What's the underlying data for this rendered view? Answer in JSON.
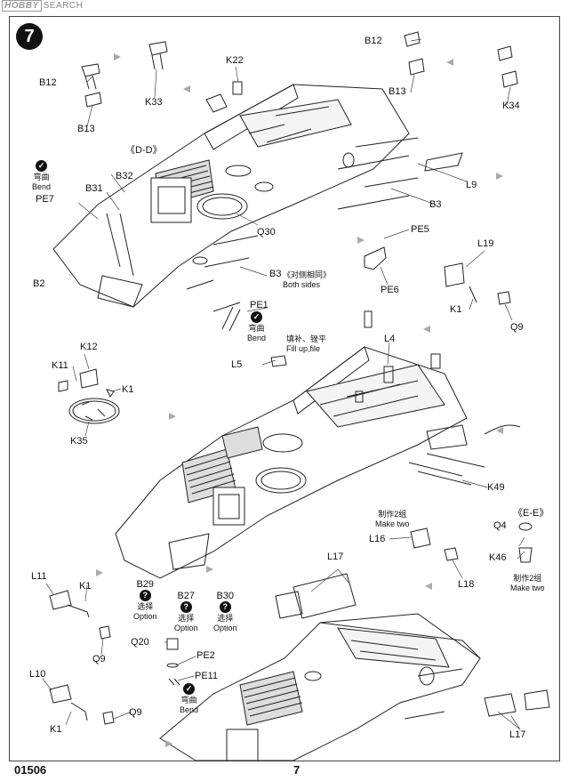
{
  "watermark": {
    "logo": "HOBBY",
    "text": "SEARCH"
  },
  "step_number": "7",
  "footer": {
    "code": "01506",
    "page": "7"
  },
  "labels": {
    "b12_top": "B12",
    "b13_top": "B13",
    "k22": "K22",
    "k33": "K33",
    "b12_left": "B12",
    "b13_left": "B13",
    "k34": "K34",
    "dd": "《D-D》",
    "b32": "B32",
    "b31": "B31",
    "pe7": "PE7",
    "l9": "L9",
    "b3_a": "B3",
    "q30": "Q30",
    "b2": "B2",
    "b3_b": "B3",
    "both_sides_cn": "《对侧相同》",
    "both_sides": "Both sides",
    "pe5": "PE5",
    "pe6": "PE6",
    "l19": "L19",
    "k1_a": "K1",
    "q9_a": "Q9",
    "pe1": "PE1",
    "k12": "K12",
    "k11": "K11",
    "k1_b": "K1",
    "k35": "K35",
    "l5": "L5",
    "l4": "L4",
    "fill_cn": "填补、锉平",
    "fill": "Fill up,file",
    "k49": "K49",
    "ee": "《E-E》",
    "q4": "Q4",
    "k46": "K46",
    "make_two_cn_a": "制作2组",
    "make_two_a": "Make two",
    "make_two_cn_b": "制作2组",
    "make_two_b": "Make two",
    "l16": "L16",
    "l18": "L18",
    "l17_a": "L17",
    "l11": "L11",
    "k1_c": "K1",
    "q9_b": "Q9",
    "b29": "B29",
    "b27": "B27",
    "b30": "B30",
    "option_cn_a": "选择",
    "option_a": "Option",
    "option_cn_b": "选择",
    "option_b": "Option",
    "option_cn_c": "选择",
    "option_c": "Option",
    "q20": "Q20",
    "pe2": "PE2",
    "pe11": "PE11",
    "l10": "L10",
    "q9_c": "Q9",
    "k1_d": "K1",
    "l17_b": "L17",
    "bend_cn_a": "弯曲",
    "bend_a": "Bend",
    "bend_cn_b": "弯曲",
    "bend_b": "Bend",
    "bend_cn_c": "弯曲",
    "bend_c": "Bend"
  }
}
